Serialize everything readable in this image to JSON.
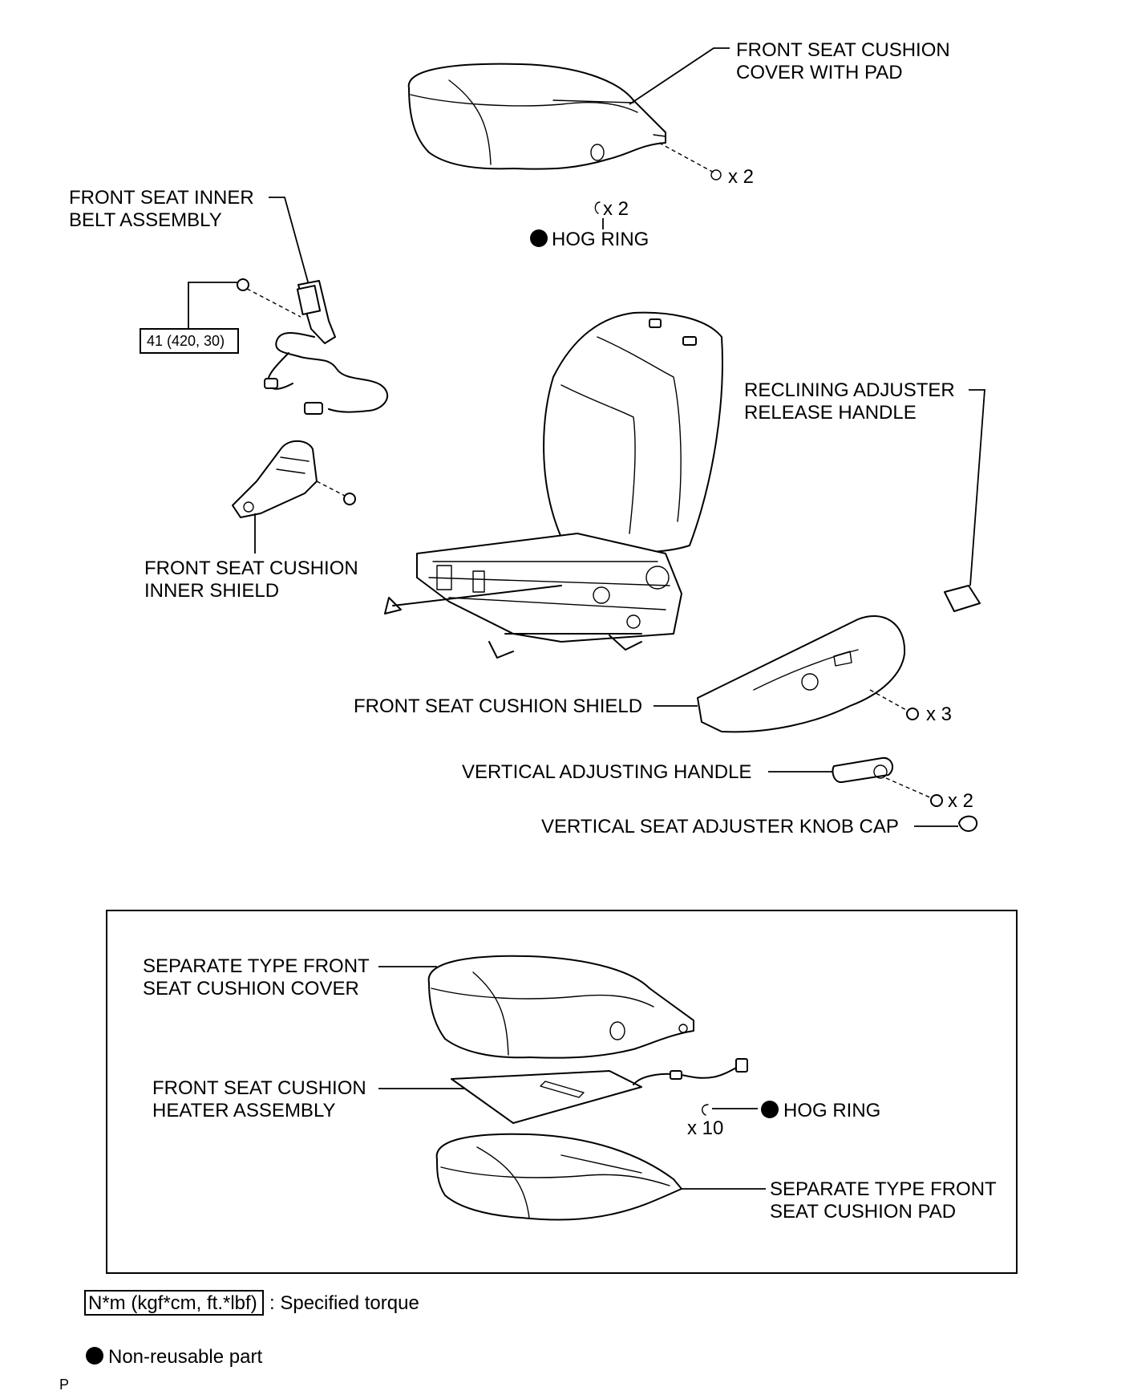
{
  "labels": {
    "cushion_cover_pad_1": "FRONT SEAT CUSHION",
    "cushion_cover_pad_2": "COVER WITH PAD",
    "qty_cover_clips": "x 2",
    "qty_hog_ring_top": "x 2",
    "hog_ring_top": "HOG RING",
    "inner_belt_1": "FRONT SEAT INNER",
    "inner_belt_2": "BELT ASSEMBLY",
    "torque_value": "41 (420, 30)",
    "reclining_1": "RECLINING ADJUSTER",
    "reclining_2": "RELEASE HANDLE",
    "inner_shield_1": "FRONT SEAT CUSHION",
    "inner_shield_2": "INNER SHIELD",
    "cushion_shield": "FRONT SEAT CUSHION SHIELD",
    "qty_shield_screws": "x 3",
    "vertical_handle": "VERTICAL ADJUSTING HANDLE",
    "qty_handle_screws": "x 2",
    "knob_cap": "VERTICAL SEAT ADJUSTER KNOB CAP"
  },
  "inset": {
    "separate_cover_1": "SEPARATE TYPE FRONT",
    "separate_cover_2": "SEAT CUSHION COVER",
    "heater_1": "FRONT SEAT CUSHION",
    "heater_2": "HEATER ASSEMBLY",
    "hog_ring": "HOG RING",
    "qty_hog_ring": "x 10",
    "separate_pad_1": "SEPARATE TYPE FRONT",
    "separate_pad_2": "SEAT CUSHION PAD"
  },
  "legend": {
    "torque_unit": "N*m (kgf*cm, ft.*lbf)",
    "torque_desc": ": Specified torque",
    "non_reusable": "Non-reusable part"
  },
  "footer": {
    "code": "P"
  }
}
